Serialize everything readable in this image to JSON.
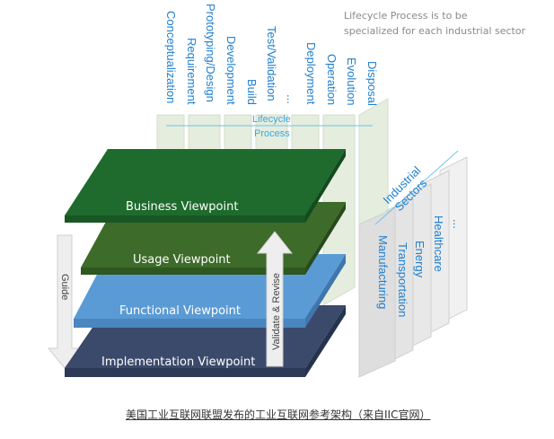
{
  "lifecycle": {
    "phases": [
      "Conceptualization",
      "Requirement",
      "Prototyping/Design",
      "Development",
      "Build",
      "Test/Validation",
      "...",
      "Deployment",
      "Operation",
      "Evolution",
      "Disposal"
    ],
    "label_line1": "Lifecycle",
    "label_line2": "Process",
    "note_line1": "Lifecycle Process is to be",
    "note_line2": "specialized for each industrial sector"
  },
  "viewpoints": [
    "Business Viewpoint",
    "Usage Viewpoint",
    "Functional Viewpoint",
    "Implementation Viewpoint"
  ],
  "arrows": {
    "guide": "Guide",
    "validate": "Validate & Revise"
  },
  "sectors": {
    "label_line1": "Industrial",
    "label_line2": "Sectors",
    "items": [
      "Manufacturing",
      "Transportation",
      "Energy",
      "Healthcare",
      "..."
    ]
  },
  "colors": {
    "business": "#1e6b2d",
    "usage": "#3d6b2a",
    "functional": "#5b9bd5",
    "implementation": "#3b4a6b",
    "text_blue": "#1f7fd0"
  },
  "caption": "美国工业互联网联盟发布的工业互联网参考架构（来自IIC官网）"
}
